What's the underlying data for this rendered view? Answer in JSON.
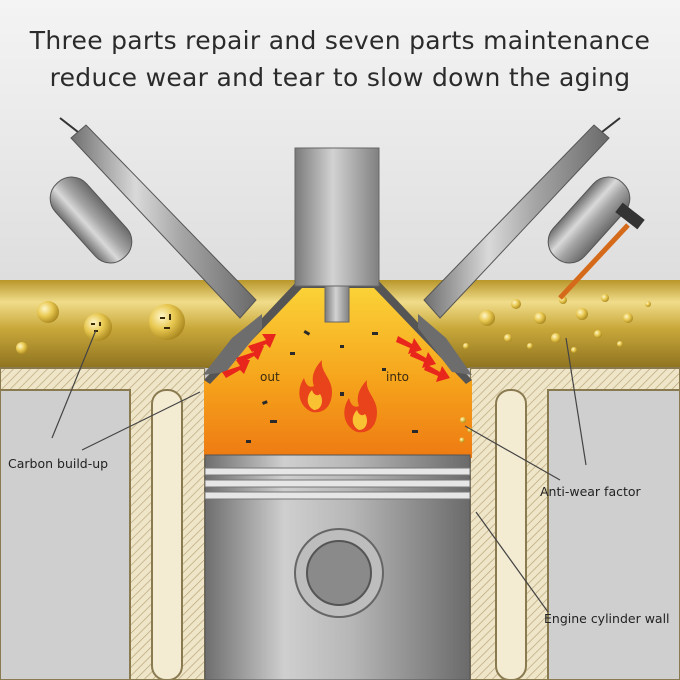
{
  "title": {
    "line1": "Three parts repair and seven parts maintenance",
    "line2": "reduce wear and tear to slow down the aging"
  },
  "labels": {
    "out": "out",
    "into": "into",
    "carbon": "Carbon build-up",
    "antiwear": "Anti-wear factor",
    "wall": "Engine cylinder wall"
  },
  "colors": {
    "channel_gold": "#c8a93a",
    "flame_yellow": "#f6c21a",
    "flame_orange": "#ef7a10",
    "arrow_red": "#e8261c",
    "metal_grey": "#9a9a9a",
    "hatch_cream": "#efe6c9"
  },
  "icons": [
    "flame-icon",
    "hammer-icon",
    "valve-icon",
    "spark-plug-icon",
    "piston-icon"
  ]
}
